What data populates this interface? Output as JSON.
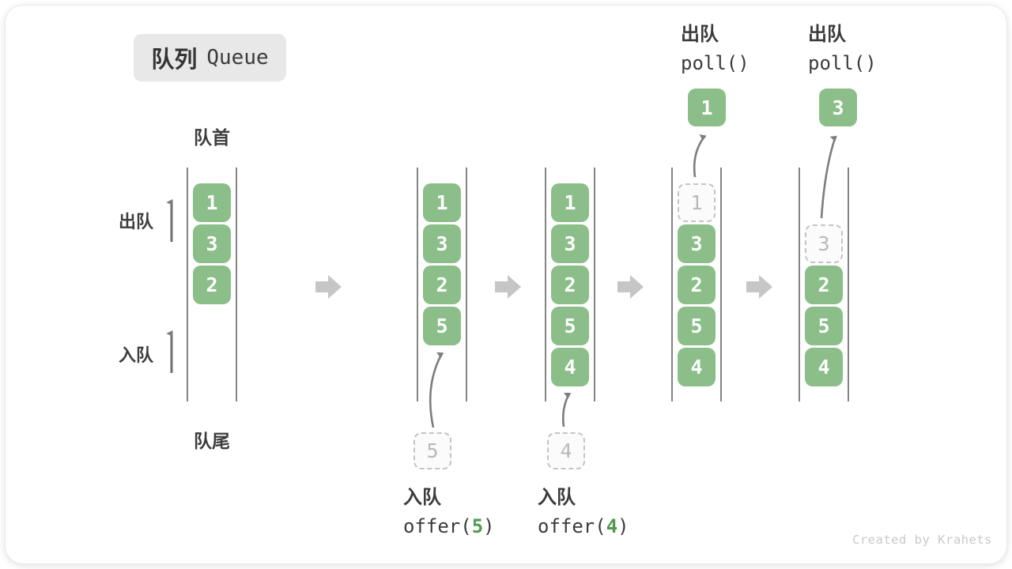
{
  "header": {
    "title_zh": "队列",
    "title_en": "Queue"
  },
  "side_labels": {
    "front": "队首",
    "rear": "队尾",
    "dequeue": "出队",
    "enqueue": "入队"
  },
  "watermark": "Created by Krahets",
  "colors": {
    "cell_green": "#8bbe89",
    "code_green": "#4e9b50",
    "badge_bg": "#e8e8e8",
    "text_dark": "#3b3b3b",
    "muted_gray": "#b9b9b9",
    "block_arrow_gray": "#c6c6c6",
    "thin_arrow_gray": "#7d7d7d",
    "column_line": "#4f4f4f"
  },
  "icons": [
    "step-arrow-icon",
    "up-arrow-icon",
    "curved-arrow-icon"
  ],
  "states": [
    {
      "name": "initial",
      "cells": [
        {
          "row": 0,
          "value": "1",
          "dashed": false
        },
        {
          "row": 1,
          "value": "3",
          "dashed": false
        },
        {
          "row": 2,
          "value": "2",
          "dashed": false
        }
      ]
    },
    {
      "name": "after-offer-5",
      "cells": [
        {
          "row": 0,
          "value": "1",
          "dashed": false
        },
        {
          "row": 1,
          "value": "3",
          "dashed": false
        },
        {
          "row": 2,
          "value": "2",
          "dashed": false
        },
        {
          "row": 3,
          "value": "5",
          "dashed": false
        }
      ],
      "staging": {
        "value": "5"
      },
      "caption": {
        "label": "入队",
        "code_prefix": "offer(",
        "code_arg": "5",
        "code_suffix": ")"
      }
    },
    {
      "name": "after-offer-4",
      "cells": [
        {
          "row": 0,
          "value": "1",
          "dashed": false
        },
        {
          "row": 1,
          "value": "3",
          "dashed": false
        },
        {
          "row": 2,
          "value": "2",
          "dashed": false
        },
        {
          "row": 3,
          "value": "5",
          "dashed": false
        },
        {
          "row": 4,
          "value": "4",
          "dashed": false
        }
      ],
      "staging": {
        "value": "4"
      },
      "caption": {
        "label": "入队",
        "code_prefix": "offer(",
        "code_arg": "4",
        "code_suffix": ")"
      }
    },
    {
      "name": "after-poll-1",
      "cells": [
        {
          "row": 0,
          "value": "1",
          "dashed": true
        },
        {
          "row": 1,
          "value": "3",
          "dashed": false
        },
        {
          "row": 2,
          "value": "2",
          "dashed": false
        },
        {
          "row": 3,
          "value": "5",
          "dashed": false
        },
        {
          "row": 4,
          "value": "4",
          "dashed": false
        }
      ],
      "popped": {
        "value": "1"
      },
      "header": {
        "label": "出队",
        "code": "poll()"
      }
    },
    {
      "name": "after-poll-3",
      "cells": [
        {
          "row": 1,
          "value": "3",
          "dashed": true
        },
        {
          "row": 2,
          "value": "2",
          "dashed": false
        },
        {
          "row": 3,
          "value": "5",
          "dashed": false
        },
        {
          "row": 4,
          "value": "4",
          "dashed": false
        }
      ],
      "popped": {
        "value": "3"
      },
      "header": {
        "label": "出队",
        "code": "poll()"
      }
    }
  ]
}
